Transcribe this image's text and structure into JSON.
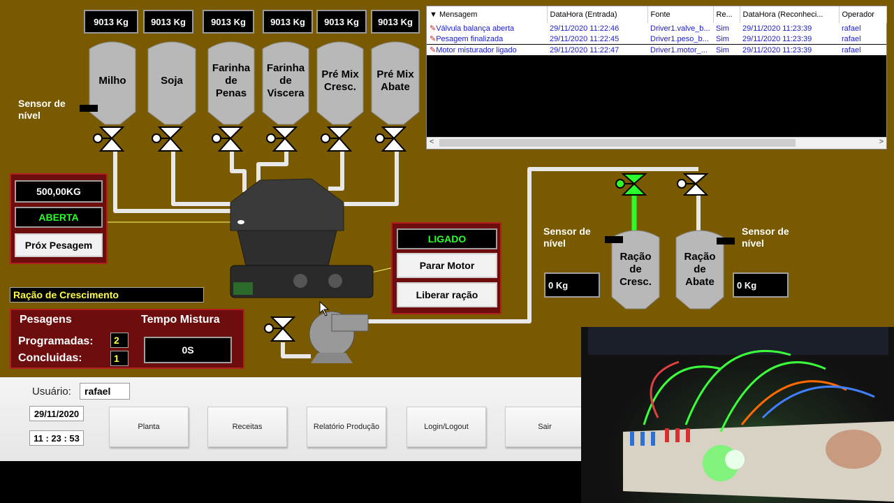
{
  "silos": [
    {
      "weight": "9013 Kg",
      "label_lines": [
        "Milho"
      ]
    },
    {
      "weight": "9013 Kg",
      "label_lines": [
        "Soja"
      ]
    },
    {
      "weight": "9013 Kg",
      "label_lines": [
        "Farinha",
        "de",
        "Penas"
      ]
    },
    {
      "weight": "9013 Kg",
      "label_lines": [
        "Farinha",
        "de",
        "Viscera"
      ]
    },
    {
      "weight": "9013 Kg",
      "label_lines": [
        "Pré Mix",
        "Cresc."
      ]
    },
    {
      "weight": "9013 Kg",
      "label_lines": [
        "Pré Mix",
        "Abate"
      ]
    }
  ],
  "sensor_label_lines": [
    "Sensor de",
    "nível"
  ],
  "scale_panel": {
    "weight": "500,00KG",
    "valve_status": "ABERTA",
    "next_button": "Próx Pesagem"
  },
  "recipe_name": "Ração de Crescimento",
  "weighings_panel": {
    "title": "Pesagens",
    "programmed_label": "Programadas:",
    "programmed_value": "2",
    "completed_label": "Concluidas:",
    "completed_value": "1",
    "mix_time_label": "Tempo Mistura",
    "mix_time_value": "0S"
  },
  "motor_panel": {
    "status": "LIGADO",
    "stop_button": "Parar Motor",
    "release_button": "Liberar ração"
  },
  "output_silos": [
    {
      "label_lines": [
        "Ração",
        "de",
        "Cresc."
      ],
      "weight": "0 Kg"
    },
    {
      "label_lines": [
        "Ração",
        "de",
        "Abate"
      ],
      "weight": "0 Kg"
    }
  ],
  "alarm_table": {
    "columns": [
      "▼ Mensagem",
      "DataHora (Entrada)",
      "Fonte",
      "Re...",
      "DataHora (Reconheci...",
      "Operador"
    ],
    "rows": [
      [
        "Válvula balança aberta",
        "29/11/2020 11:22:46",
        "Driver1.valve_b...",
        "Sim",
        "29/11/2020 11:23:39",
        "rafael"
      ],
      [
        "Pesagem finalizada",
        "29/11/2020 11:22:45",
        "Driver1.peso_b...",
        "Sim",
        "29/11/2020 11:23:39",
        "rafael"
      ],
      [
        "Motor misturador ligado",
        "29/11/2020 11:22:47",
        "Driver1.motor_...",
        "Sim",
        "29/11/2020 11:23:39",
        "rafael"
      ]
    ]
  },
  "footer": {
    "user_label": "Usuário:",
    "user_value": "rafael",
    "date": "29/11/2020",
    "time": "11 : 23 : 53",
    "nav": [
      "Planta",
      "Receitas",
      "Relatório Produção",
      "Login/Logout",
      "Sair"
    ]
  },
  "colors": {
    "background": "#7a5a00",
    "panel": "#6e0d0d",
    "active_green": "#2bff2b",
    "silo_gray": "#b8b8b8",
    "pipe": "#e8e8e8",
    "alarm_text": "#1a1acc"
  }
}
